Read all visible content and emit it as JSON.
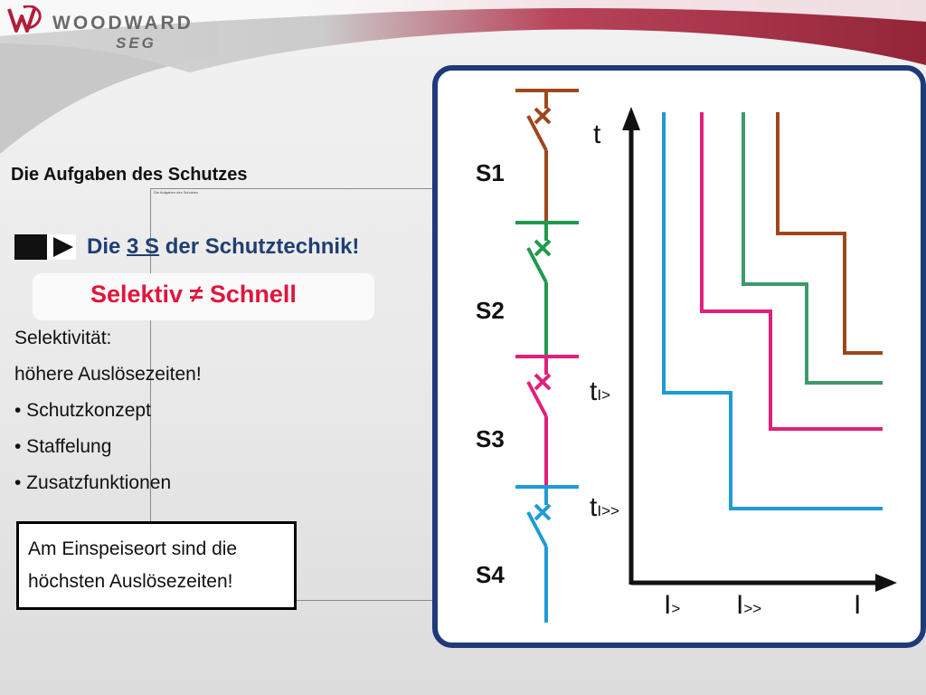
{
  "header": {
    "logo_word": "WOODWARD",
    "logo_sub": "SEG",
    "colors": {
      "swoosh": "#9b1b30",
      "swoosh_light": "#c13a4f",
      "logo_red": "#b01e3a",
      "logo_grey": "#6a6a6a"
    }
  },
  "slide": {
    "title": "Die Aufgaben des Schutzes",
    "tiny_note": "Die Aufgaben des Schutzes",
    "three_s": {
      "prefix": "Die ",
      "underlined": "3 S",
      "suffix": " der Schutztechnik!"
    },
    "motto": "Selektiv ≠ Schnell",
    "selectivity_label": "Selektivität:",
    "selectivity_desc": "höhere Auslösezeiten!",
    "bullets": [
      "• Schutzkonzept",
      "• Staffelung",
      "• Zusatzfunktionen"
    ],
    "note_lines": [
      "Am Einspeiseort sind die",
      "höchsten Auslösezeiten!"
    ],
    "colors": {
      "three_s_text": "#1f3f73",
      "motto_text": "#e0163c"
    }
  },
  "diagram": {
    "stages": [
      {
        "label": "S1",
        "color": "#a0461c"
      },
      {
        "label": "S2",
        "color": "#1f9a4e"
      },
      {
        "label": "S3",
        "color": "#e0207a"
      },
      {
        "label": "S4",
        "color": "#1e9bd7"
      }
    ],
    "axis": {
      "y_label": "t",
      "x_label": "I",
      "t_i_gt": {
        "main": "t",
        "sub": "I>"
      },
      "t_i_gtgt": {
        "main": "t",
        "sub": "I>>"
      },
      "i_gt": {
        "main": "I",
        "sub": ">"
      },
      "i_gtgt": {
        "main": "I",
        "sub": ">>"
      }
    },
    "curves": [
      {
        "stage": "S1",
        "color": "#a0461c"
      },
      {
        "stage": "S2",
        "color": "#3d9a6a"
      },
      {
        "stage": "S3",
        "color": "#e0207a"
      },
      {
        "stage": "S4",
        "color": "#1e9bd7"
      }
    ],
    "colors": {
      "panel_border": "#1f3a7a",
      "axis": "#111111"
    }
  }
}
